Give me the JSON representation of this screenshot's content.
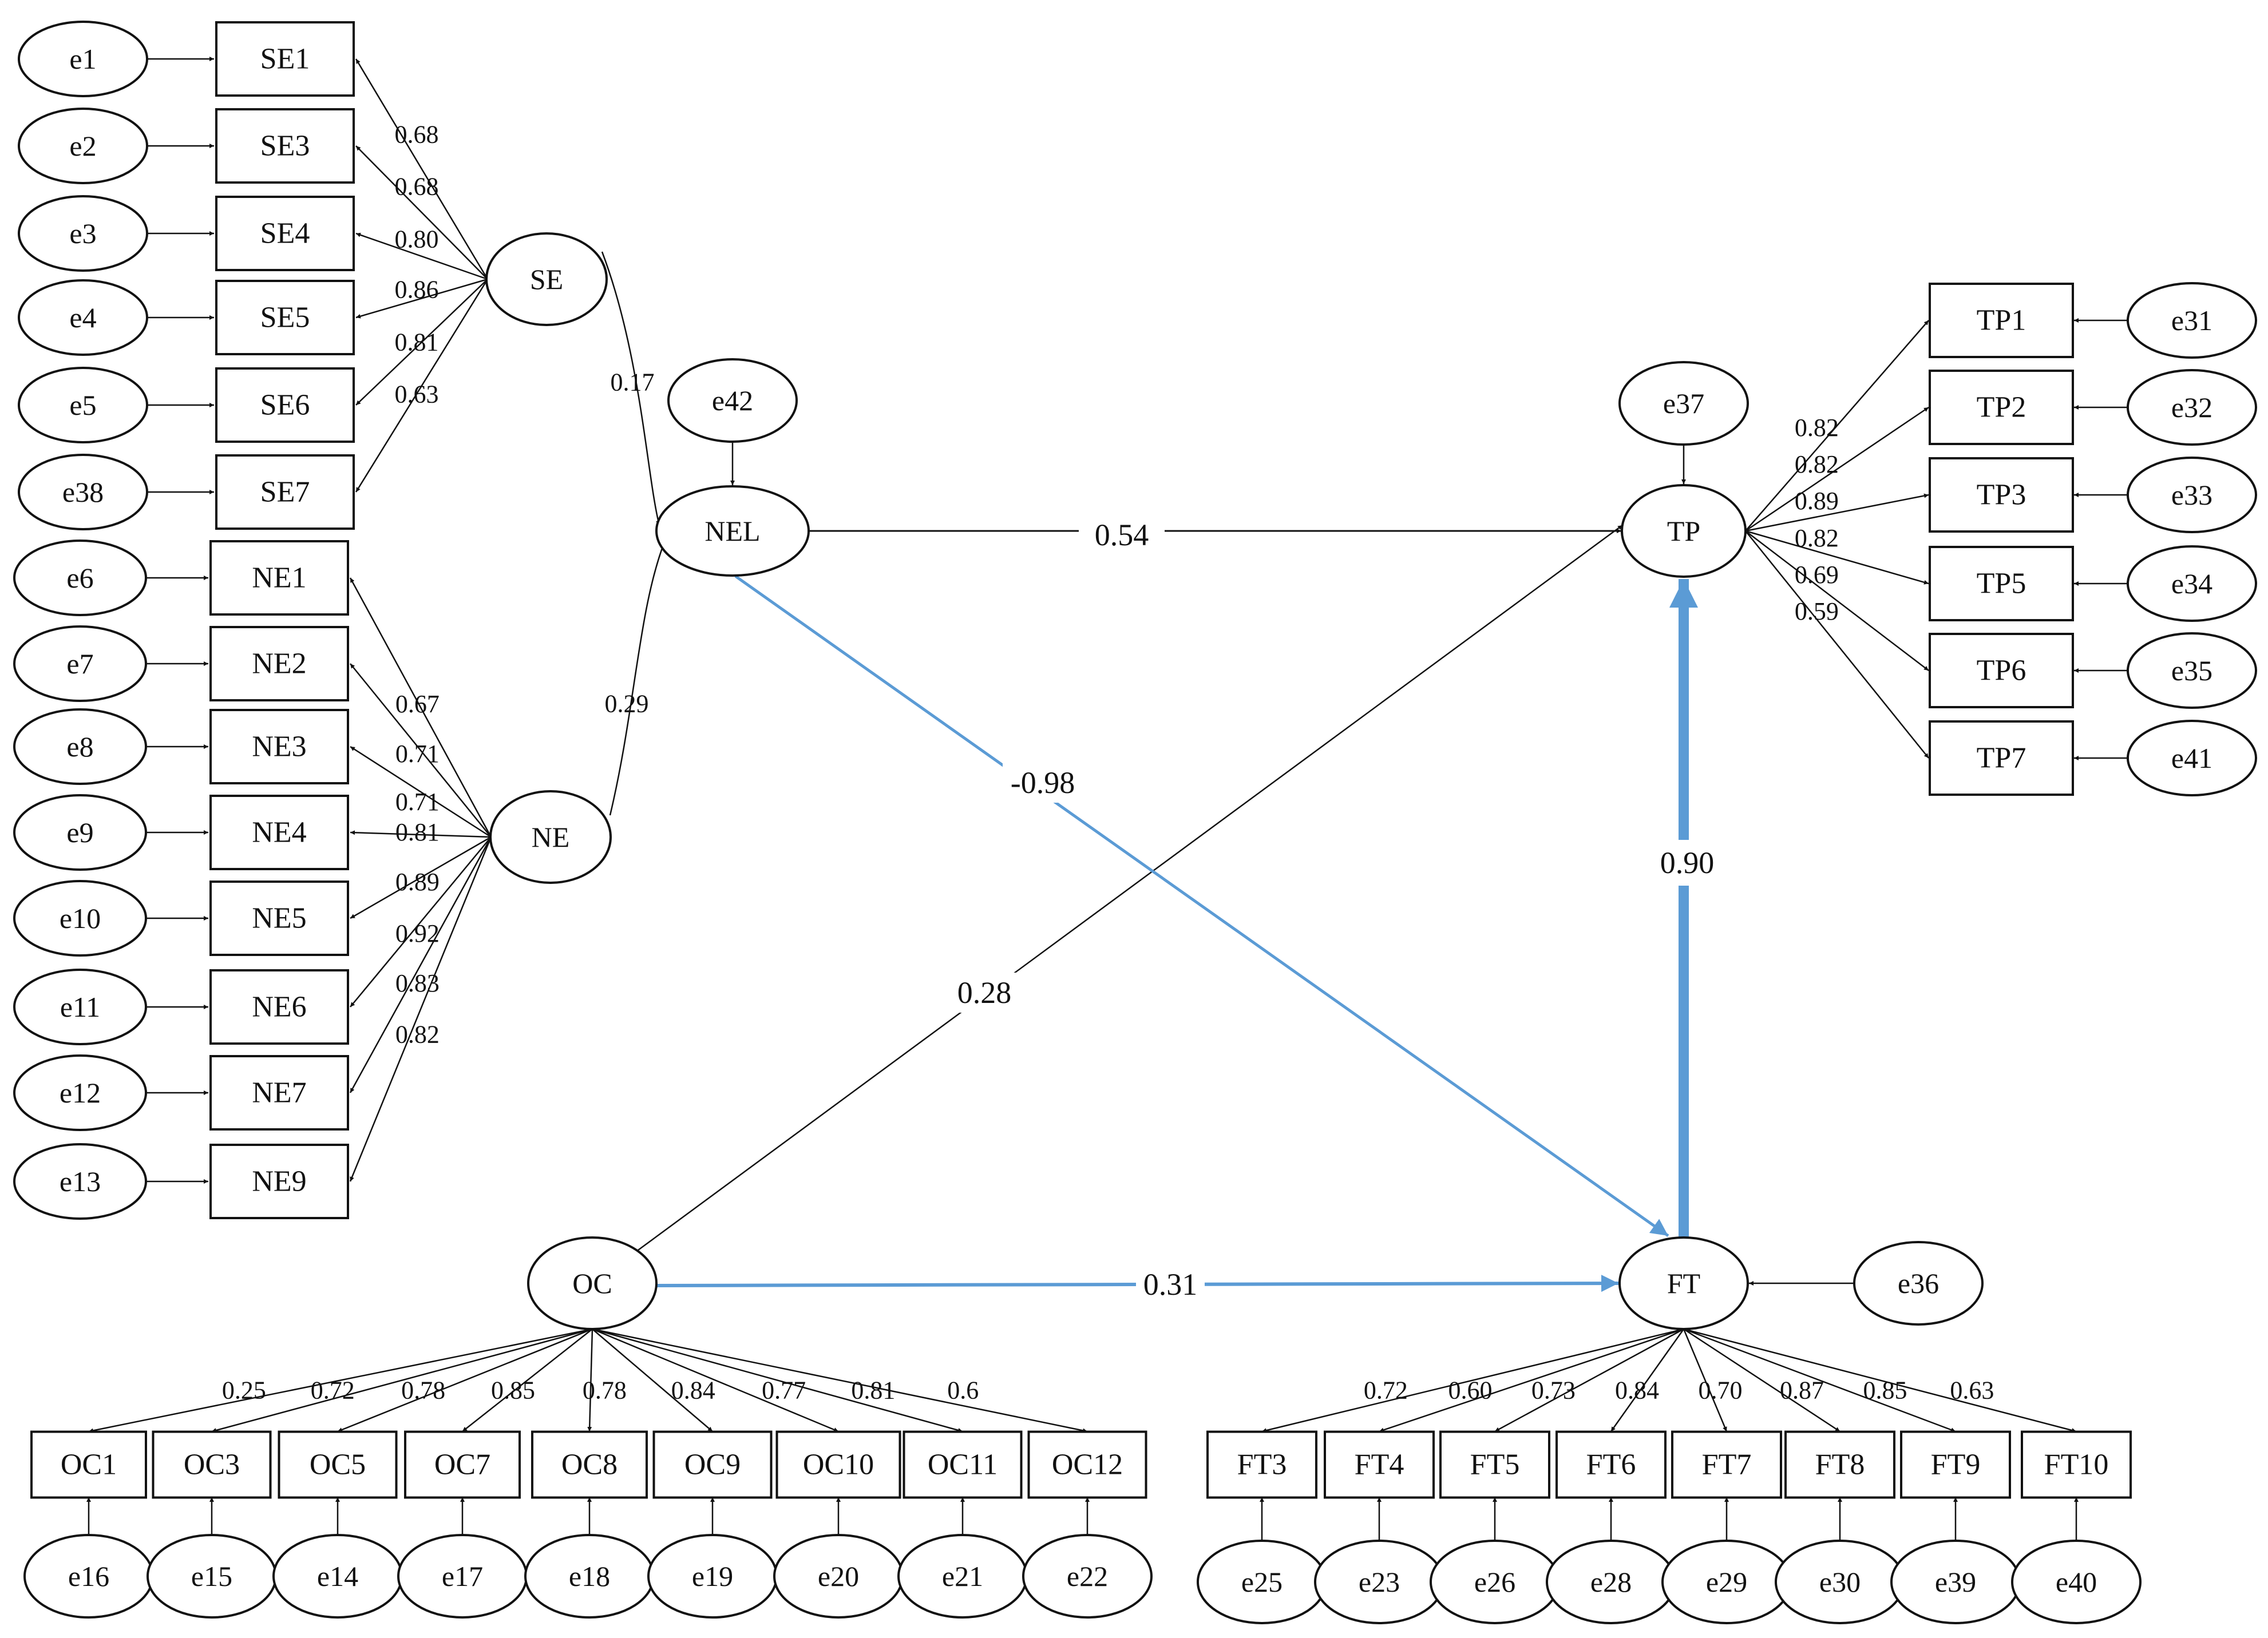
{
  "colors": {
    "ink": "#111111",
    "highlight": "#5b9bd5"
  },
  "latent_variables": [
    "SE",
    "NE",
    "NEL",
    "OC",
    "FT",
    "TP"
  ],
  "se_block": {
    "indicators": [
      "SE1",
      "SE3",
      "SE4",
      "SE5",
      "SE6",
      "SE7"
    ],
    "errors": [
      "e1",
      "e2",
      "e3",
      "e4",
      "e5",
      "e38"
    ],
    "loadings": [
      "0.68",
      "0.68",
      "0.80",
      "0.86",
      "0.81",
      "0.63"
    ]
  },
  "ne_block": {
    "indicators": [
      "NE1",
      "NE2",
      "NE3",
      "NE4",
      "NE5",
      "NE6",
      "NE7",
      "NE9"
    ],
    "errors": [
      "e6",
      "e7",
      "e8",
      "e9",
      "e10",
      "e11",
      "e12",
      "e13"
    ],
    "loadings": [
      "0.67",
      "0.71",
      "0.71",
      "0.81",
      "0.89",
      "0.92",
      "0.83",
      "0.82"
    ]
  },
  "tp_block": {
    "indicators": [
      "TP1",
      "TP2",
      "TP3",
      "TP5",
      "TP6",
      "TP7"
    ],
    "errors": [
      "e31",
      "e32",
      "e33",
      "e34",
      "e35",
      "e41"
    ],
    "loadings": [
      "0.82",
      "0.82",
      "0.89",
      "0.82",
      "0.69",
      "0.59"
    ]
  },
  "oc_block": {
    "indicators": [
      "OC1",
      "OC3",
      "OC5",
      "OC7",
      "OC8",
      "OC9",
      "OC10",
      "OC11",
      "OC12"
    ],
    "errors": [
      "e16",
      "e15",
      "e14",
      "e17",
      "e18",
      "e19",
      "e20",
      "e21",
      "e22"
    ],
    "loadings": [
      "0.25",
      "0.72",
      "0.78",
      "0.85",
      "0.78",
      "0.84",
      "0.77",
      "0.81",
      "0.6"
    ]
  },
  "ft_block": {
    "indicators": [
      "FT3",
      "FT4",
      "FT5",
      "FT6",
      "FT7",
      "FT8",
      "FT9",
      "FT10"
    ],
    "errors": [
      "e25",
      "e23",
      "e26",
      "e28",
      "e29",
      "e30",
      "e39",
      "e40"
    ],
    "loadings": [
      "0.72",
      "0.60",
      "0.73",
      "0.84",
      "0.70",
      "0.87",
      "0.85",
      "0.63"
    ]
  },
  "structural_errors": {
    "NEL": "e42",
    "TP": "e37",
    "FT": "e36"
  },
  "paths": [
    {
      "from": "SE",
      "to": "NEL",
      "coef": "0.17",
      "highlight": false
    },
    {
      "from": "NE",
      "to": "NEL",
      "coef": "0.29",
      "highlight": false
    },
    {
      "from": "NEL",
      "to": "TP",
      "coef": "0.54",
      "highlight": false
    },
    {
      "from": "NEL",
      "to": "FT",
      "coef": "-0.98",
      "highlight": true
    },
    {
      "from": "OC",
      "to": "TP",
      "coef": "0.28",
      "highlight": false
    },
    {
      "from": "OC",
      "to": "FT",
      "coef": "0.31",
      "highlight": true
    },
    {
      "from": "FT",
      "to": "TP",
      "coef": "0.90",
      "highlight": true
    }
  ]
}
